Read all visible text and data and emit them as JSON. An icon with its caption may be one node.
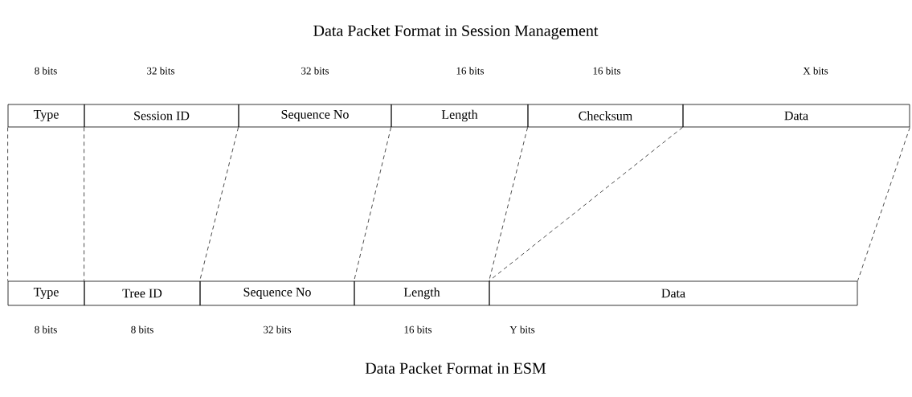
{
  "diagram": {
    "title": "Data Packet Format in Session Management",
    "caption": "Data Packet Format in ESM",
    "nodes": [
      {
        "text": [
          "Type"
        ]
      },
      {
        "text": [
          "Session ID"
        ]
      },
      {
        "text": [
          "Sequence No"
        ]
      },
      {
        "text": [
          "Length"
        ]
      },
      {
        "text": [
          "Checksum"
        ]
      },
      {
        "text": [
          "Data"
        ]
      },
      {
        "text": [
          "Type"
        ]
      },
      {
        "text": [
          "Tree ID"
        ]
      },
      {
        "text": [
          "Sequence No"
        ]
      },
      {
        "text": [
          "Length"
        ]
      },
      {
        "text": [
          "Data"
        ]
      }
    ],
    "edges": [
      {
        "from": 0,
        "to": 6,
        "arrow": "none",
        "style": "dashed"
      },
      {
        "from": 1,
        "to": 7,
        "arrow": "none",
        "style": "dashed"
      },
      {
        "from": 2,
        "to": 8,
        "arrow": "none",
        "style": "dashed"
      },
      {
        "from": 3,
        "to": 9,
        "arrow": "none",
        "style": "dashed"
      },
      {
        "from": 4,
        "to": 10,
        "arrow": "none",
        "style": "dashed"
      },
      {
        "from": 5,
        "to": 10,
        "arrow": "none",
        "style": "dashed"
      },
      {
        "from": 5,
        "to": 10,
        "arrow": "none",
        "style": "dashed"
      }
    ],
    "labels": [
      "8 bits",
      "32 bits",
      "32 bits",
      "16 bits",
      "16 bits",
      "X bits",
      "8 bits",
      "8 bits",
      "32 bits",
      "16 bits",
      "Y bits"
    ]
  }
}
